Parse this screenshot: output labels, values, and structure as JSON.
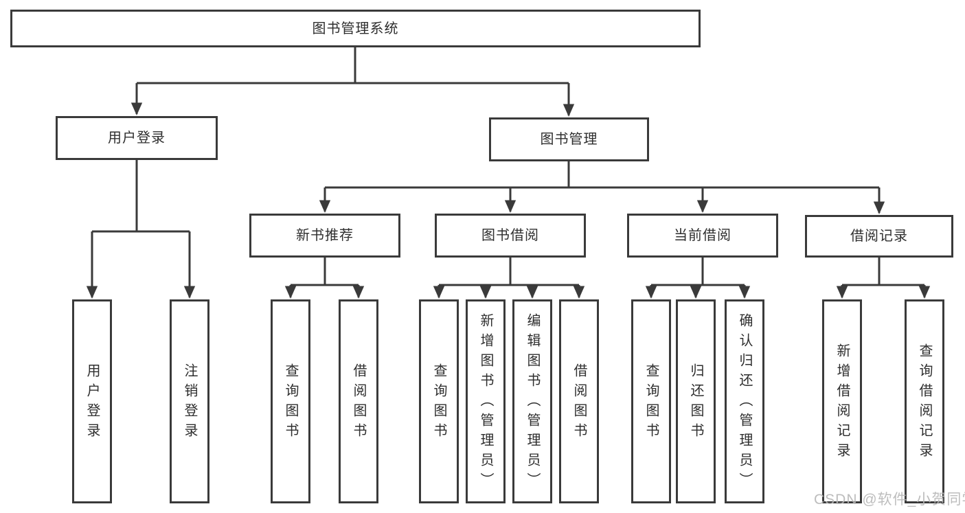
{
  "diagram": {
    "root": "图书管理系统",
    "level2": {
      "user_login": "用户登录",
      "book_management": "图书管理"
    },
    "level3": {
      "new_book_recommend": "新书推荐",
      "book_borrowing": "图书借阅",
      "current_borrowing": "当前借阅",
      "borrowing_records": "借阅记录"
    },
    "leaves": {
      "user_login": "用户登录",
      "logout": "注销登录",
      "query_book_nb": "查询图书",
      "borrow_book_nb": "借阅图书",
      "query_book_bb": "查询图书",
      "add_book_admin": "新增图书（管理员）",
      "edit_book_admin": "编辑图书（管理员）",
      "borrow_book_bb": "借阅图书",
      "query_book_cb": "查询图书",
      "return_book": "归还图书",
      "confirm_return_admin": "确认归还（管理员）",
      "add_borrow_record": "新增借阅记录",
      "query_borrow_record": "查询借阅记录"
    },
    "watermark": "CSDN @软件_小贺同学",
    "line_color": "#3a3a3a"
  }
}
